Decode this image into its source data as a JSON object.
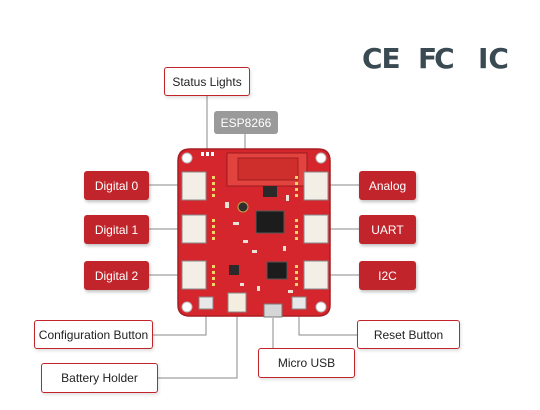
{
  "certifications": [
    "CE",
    "FC",
    "IC"
  ],
  "labels": {
    "status_lights": "Status Lights",
    "esp8266": "ESP8266",
    "digital_0": "Digital 0",
    "digital_1": "Digital 1",
    "digital_2": "Digital 2",
    "analog": "Analog",
    "uart": "UART",
    "i2c": "I2C",
    "configuration_button": "Configuration Button",
    "reset_button": "Reset Button",
    "micro_usb": "Micro USB",
    "battery_holder": "Battery Holder"
  },
  "colors": {
    "board": "#d4262c",
    "callout_red": "#c1252b",
    "cert_text": "#3a4a52",
    "esp_tag": "#9a9a9a"
  }
}
